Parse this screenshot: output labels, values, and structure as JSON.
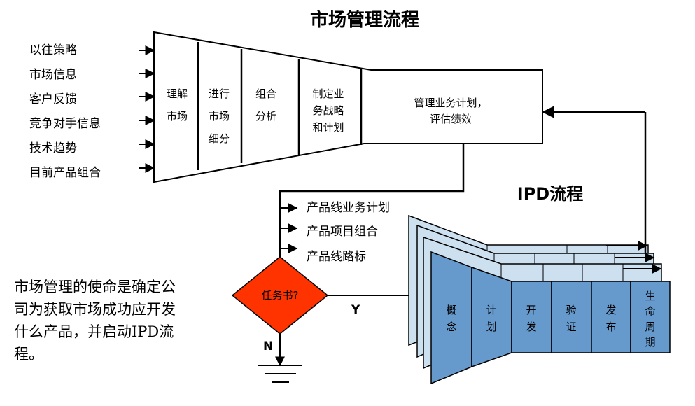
{
  "title": "市场管理流程",
  "inputs": [
    "以往策略",
    "市场信息",
    "客户反馈",
    "竞争对手信息",
    "技术趋势",
    "目前产品组合"
  ],
  "funnel_steps": [
    {
      "lines": [
        "理解",
        "市场"
      ]
    },
    {
      "lines": [
        "进行",
        "市场",
        "细分"
      ]
    },
    {
      "lines": [
        "组合",
        "分析"
      ]
    },
    {
      "lines": [
        "制定业",
        "务战略",
        "和计划"
      ]
    }
  ],
  "manage_box": {
    "lines": [
      "管理业务计划，",
      "评估绩效"
    ]
  },
  "outputs": [
    "产品线业务计划",
    "产品项目组合",
    "产品线路标"
  ],
  "decision": {
    "label": "任务书?",
    "yes": "Y",
    "no": "N"
  },
  "ipd": {
    "title": "IPD流程",
    "phases": [
      {
        "lines": [
          "概",
          "念"
        ]
      },
      {
        "lines": [
          "计",
          "划"
        ]
      },
      {
        "lines": [
          "开",
          "发"
        ]
      },
      {
        "lines": [
          "验",
          "证"
        ]
      },
      {
        "lines": [
          "发",
          "布"
        ]
      },
      {
        "lines": [
          "生",
          "命",
          "周",
          "期"
        ]
      }
    ]
  },
  "note": {
    "lines": [
      "市场管理的使命是确定公",
      "司为获取市场成功应开发",
      "什么产品，并启动IPD流",
      "程。"
    ]
  },
  "colors": {
    "decision_fill": "#ff3300",
    "phase_fill": "#6699cc",
    "layer_fill": "#cce0f0",
    "line": "#000000"
  }
}
